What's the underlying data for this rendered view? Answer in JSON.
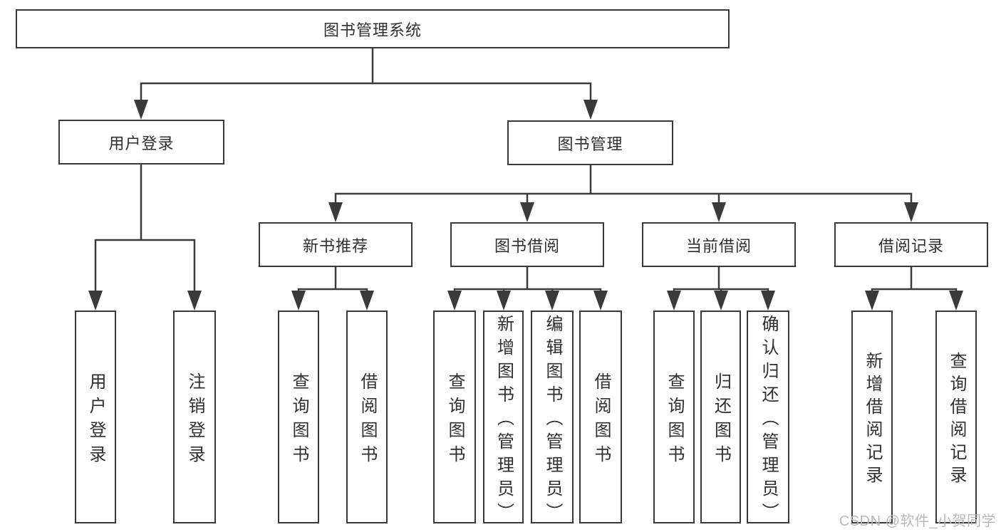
{
  "diagram": {
    "title": "图书管理系统",
    "nodes": {
      "root": "图书管理系统",
      "user_login": "用户登录",
      "book_mgmt": "图书管理",
      "new_book_rec": "新书推荐",
      "book_borrow": "图书借阅",
      "current_borrow": "当前借阅",
      "borrow_records": "借阅记录",
      "leaf_user_login": "用户登录",
      "leaf_logout": "注销登录",
      "leaf_nbr_query": "查询图书",
      "leaf_nbr_borrow": "借阅图书",
      "leaf_bb_query": "查询图书",
      "leaf_bb_add": "新增图书（管理员）",
      "leaf_bb_edit": "编辑图书（管理员）",
      "leaf_bb_borrow": "借阅图书",
      "leaf_cb_query": "查询图书",
      "leaf_cb_return": "归还图书",
      "leaf_cb_confirm": "确认归还（管理员）",
      "leaf_br_add": "新增借阅记录",
      "leaf_br_query": "查询借阅记录"
    },
    "hierarchy": {
      "图书管理系统": {
        "用户登录": [
          "用户登录",
          "注销登录"
        ],
        "图书管理": {
          "新书推荐": [
            "查询图书",
            "借阅图书"
          ],
          "图书借阅": [
            "查询图书",
            "新增图书（管理员）",
            "编辑图书（管理员）",
            "借阅图书"
          ],
          "当前借阅": [
            "查询图书",
            "归还图书",
            "确认归还（管理员）"
          ],
          "借阅记录": [
            "新增借阅记录",
            "查询借阅记录"
          ]
        }
      }
    },
    "colors": {
      "line": "#3a3a3a",
      "text": "#2f2f2f",
      "background": "#ffffff",
      "watermark": "#b8b8b8"
    }
  },
  "watermark": {
    "text": "CSDN @软件_小贺同学"
  }
}
